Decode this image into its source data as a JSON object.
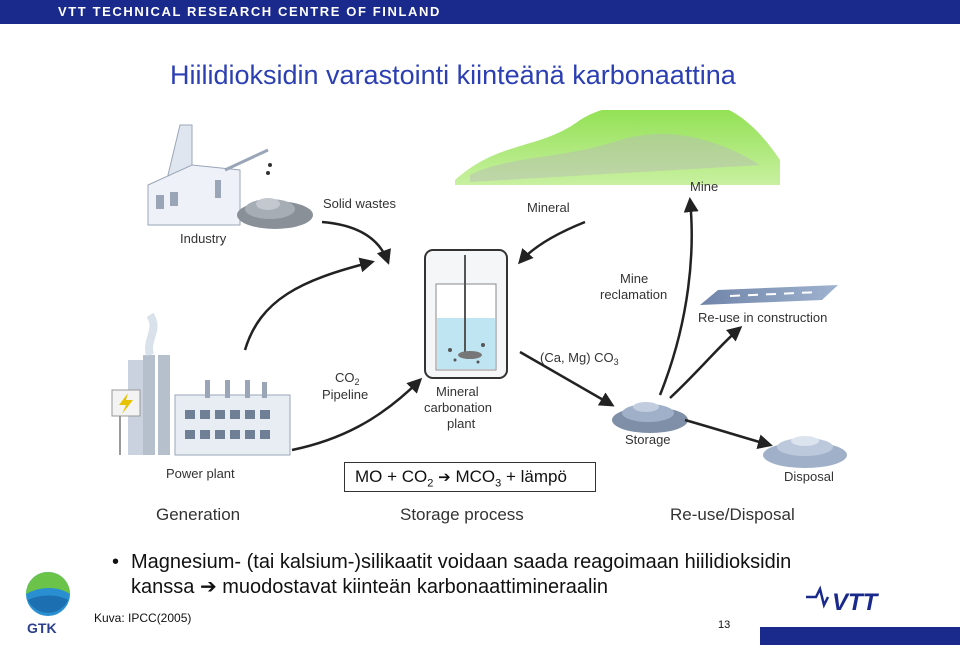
{
  "header": {
    "org": "VTT TECHNICAL RESEARCH CENTRE OF FINLAND"
  },
  "title": "Hiilidioksidin varastointi kiinteänä karbonaattina",
  "diagram": {
    "labels": {
      "industry": "Industry",
      "solid_wastes": "Solid wastes",
      "mineral": "Mineral",
      "mine": "Mine",
      "mine_reclamation": [
        "Mine",
        "reclamation"
      ],
      "reuse_construction": "Re-use in construction",
      "co2_pipeline": [
        "CO",
        "Pipeline"
      ],
      "mineral_carbonation_plant": [
        "Mineral",
        "carbonation",
        "plant"
      ],
      "ca_mg_co3": "(Ca, Mg) CO",
      "storage": "Storage",
      "disposal": "Disposal",
      "power_plant": "Power plant",
      "generation": "Generation",
      "storage_process": "Storage process",
      "reuse_disposal": "Re-use/Disposal"
    }
  },
  "equation": {
    "lhs": "MO + CO",
    "lhs_sub": "2",
    "mid": "MCO",
    "mid_sub": "3",
    "rhs": "+ lämpö"
  },
  "bullet": {
    "line1": "Magnesium- (tai kalsium-)silikaatit voidaan saada reagoimaan hiilidioksidin",
    "line2_a": "kanssa",
    "line2_b": "muodostavat kiinteän karbonaattimineraalin"
  },
  "source": "Kuva: IPCC(2005)",
  "page_number": "13",
  "logos": {
    "gtk": "GTK",
    "vtt": "VTT"
  },
  "colors": {
    "brand_blue": "#1a2a8c",
    "title_blue": "#2b3fb3",
    "hill_green": "#86d84a"
  }
}
